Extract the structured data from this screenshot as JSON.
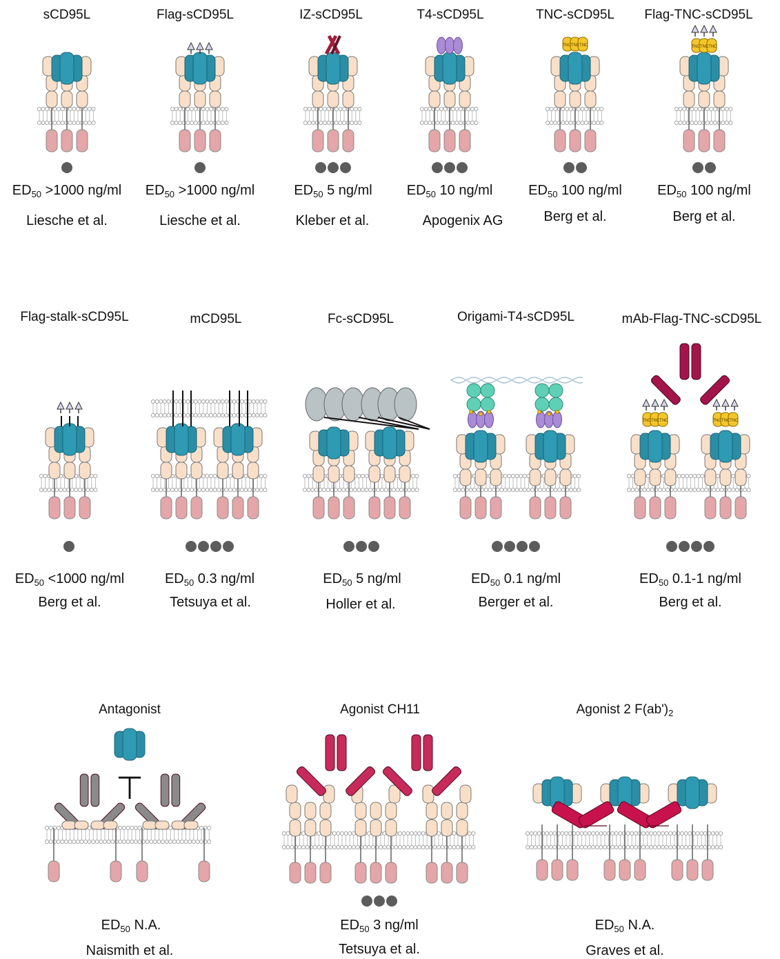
{
  "colors": {
    "ligand_teal": "#2a8ea6",
    "receptor_cream": "#fadfc8",
    "intracellular_pink": "#e4a6a8",
    "membrane_gray": "#a8a8a8",
    "dot_gray": "#5c5c5c",
    "t4_purple": "#a98bd6",
    "tnc_yellow": "#f5c62b",
    "iz_maroon": "#a01d3b",
    "fc_gray": "#b9c2c5",
    "antibody_crimson": "#a3144a",
    "antibody_pink": "#c92a5c",
    "antibody_gray": "#8a8a8a",
    "origami_mint": "#5fd0b6",
    "dna_blue": "#8fb2c6"
  },
  "constructs": [
    {
      "name": "sCD95L",
      "ed50_value": ">1000 ng/ml",
      "reference": "Liesche et al.",
      "activity_dots": 1
    },
    {
      "name": "Flag-sCD95L",
      "ed50_value": ">1000 ng/ml",
      "reference": "Liesche et al.",
      "activity_dots": 1
    },
    {
      "name": "IZ-sCD95L",
      "ed50_value": "5 ng/ml",
      "reference": "Kleber et al.",
      "activity_dots": 3
    },
    {
      "name": "T4-sCD95L",
      "ed50_value": "10 ng/ml",
      "reference": "Apogenix AG",
      "activity_dots": 3
    },
    {
      "name": "TNC-sCD95L",
      "ed50_value": "100 ng/ml",
      "reference": "Berg et al.",
      "activity_dots": 2
    },
    {
      "name": "Flag-TNC-sCD95L",
      "ed50_value": "100 ng/ml",
      "reference": "Berg et al.",
      "activity_dots": 2
    },
    {
      "name": "Flag-stalk-sCD95L",
      "ed50_value": "<1000 ng/ml",
      "reference": "Berg et al.",
      "activity_dots": 1
    },
    {
      "name": "mCD95L",
      "ed50_value": "0.3 ng/ml",
      "reference": "Tetsuya et al.",
      "activity_dots": 4
    },
    {
      "name": "Fc-sCD95L",
      "ed50_value": "5 ng/ml",
      "reference": "Holler et al.",
      "activity_dots": 3
    },
    {
      "name": "Origami-T4-sCD95L",
      "ed50_value": "0.1 ng/ml",
      "reference": "Berger et al.",
      "activity_dots": 4
    },
    {
      "name": "mAb-Flag-TNC-sCD95L",
      "ed50_value": "0.1-1 ng/ml",
      "reference": "Berg et al.",
      "activity_dots": 4
    },
    {
      "name": "Antagonist",
      "ed50_value": "N.A.",
      "reference": "Naismith et al.",
      "activity_dots": 0
    },
    {
      "name": "Agonist CH11",
      "ed50_value": "3 ng/ml",
      "reference": "Tetsuya et al.",
      "activity_dots": 3
    },
    {
      "name": "Agonist 2 F(ab')",
      "name_subscript": "2",
      "ed50_value": "N.A.",
      "reference": "Graves et al.",
      "activity_dots": 0
    }
  ],
  "ed50_prefix": "ED",
  "ed50_subscript": "50",
  "tnc_tag_text": "TNC",
  "antagonist_symbol": "⊤"
}
